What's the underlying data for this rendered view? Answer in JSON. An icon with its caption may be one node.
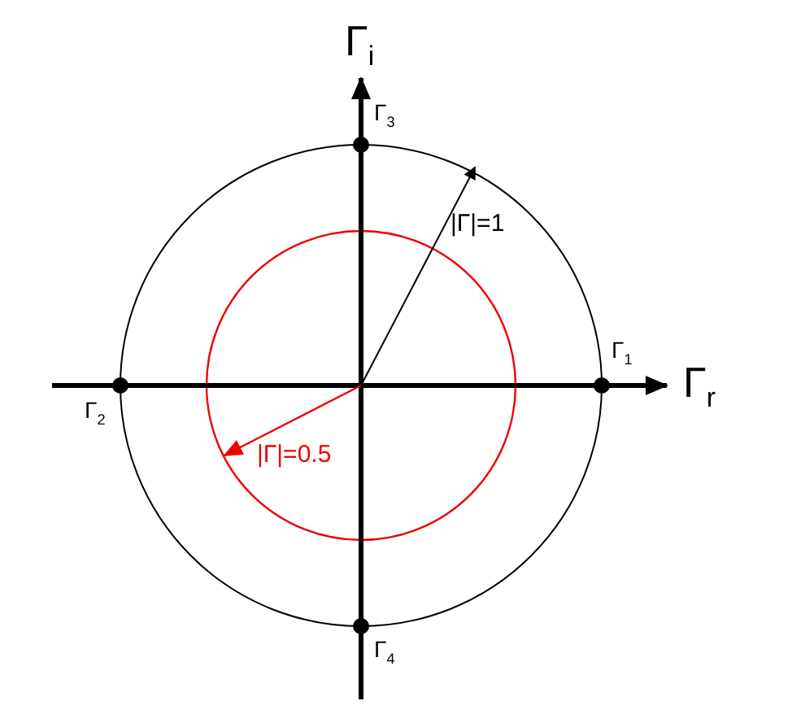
{
  "diagram": {
    "labels": [
      "Γ$_{i}$",
      "Γ$_{3}$",
      "|Γ|=1",
      "Γ$_{1}$",
      "Γ$_{r}$",
      "Γ$_{2}$",
      "|Γ|=0.5",
      "Γ$_{4}$"
    ]
  }
}
